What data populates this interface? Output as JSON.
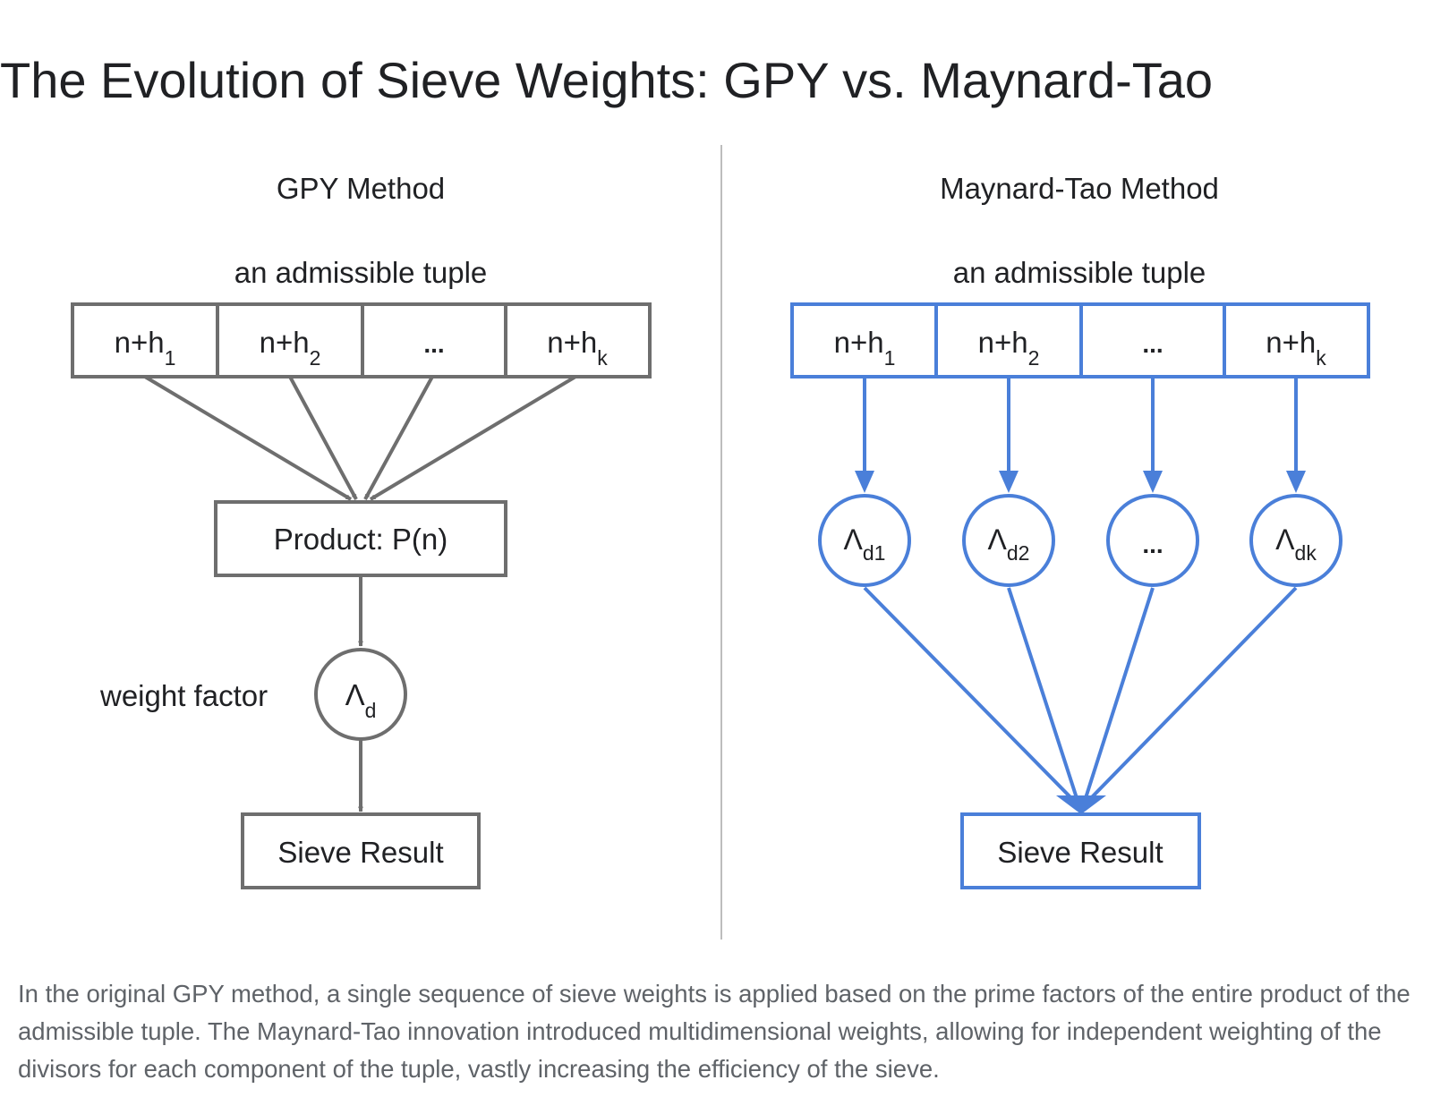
{
  "title": "The Evolution of Sieve Weights: GPY vs. Maynard-Tao",
  "colors": {
    "gray": "#6e6e6e",
    "blue": "#4a7fd9",
    "divider": "#bdbdbd",
    "text": "#202124",
    "caption": "#5f6368"
  },
  "gpy": {
    "heading": "GPY Method",
    "tuple_label": "an admissible tuple",
    "tuple": [
      {
        "base": "n+h",
        "sub": "1"
      },
      {
        "base": "n+h",
        "sub": "2"
      },
      {
        "base": "...",
        "sub": ""
      },
      {
        "base": "n+h",
        "sub": "k"
      }
    ],
    "product_label": "Product: P(n)",
    "weight_label": "weight factor",
    "weight": {
      "base": "Λ",
      "sub": "d"
    },
    "result_label": "Sieve Result"
  },
  "mt": {
    "heading": "Maynard-Tao Method",
    "tuple_label": "an admissible tuple",
    "tuple": [
      {
        "base": "n+h",
        "sub": "1"
      },
      {
        "base": "n+h",
        "sub": "2"
      },
      {
        "base": "...",
        "sub": ""
      },
      {
        "base": "n+h",
        "sub": "k"
      }
    ],
    "weights": [
      {
        "base": "Λ",
        "sub": "d1"
      },
      {
        "base": "Λ",
        "sub": "d2"
      },
      {
        "base": "...",
        "sub": ""
      },
      {
        "base": "Λ",
        "sub": "dk"
      }
    ],
    "result_label": "Sieve Result"
  },
  "caption": "In the original GPY method, a single sequence of sieve weights is applied based on the prime factors of the entire product of the admissible tuple. The Maynard-Tao innovation introduced multidimensional weights, allowing for independent weighting of the divisors for each component of the tuple, vastly increasing the efficiency of the sieve."
}
